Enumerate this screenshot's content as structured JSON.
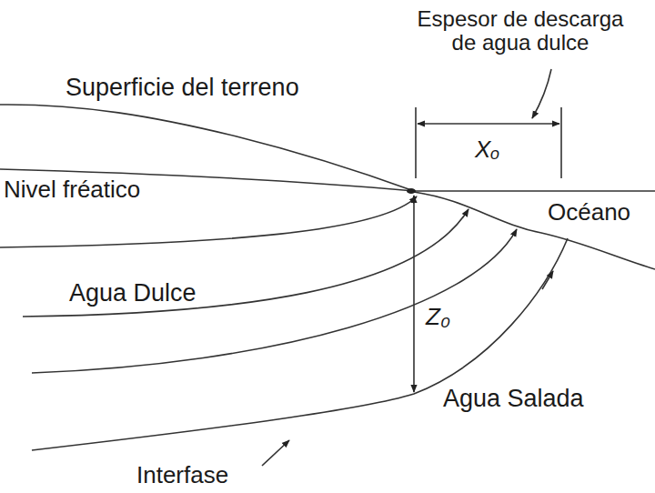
{
  "diagram": {
    "labels": [
      "Espesor de descarga de agua dulce",
      "Superficie del terreno",
      "Xₒ",
      "Nivel fréatico",
      "Océano",
      "Agua Dulce",
      "Z₀",
      "Agua Salada",
      "Interfase"
    ]
  }
}
